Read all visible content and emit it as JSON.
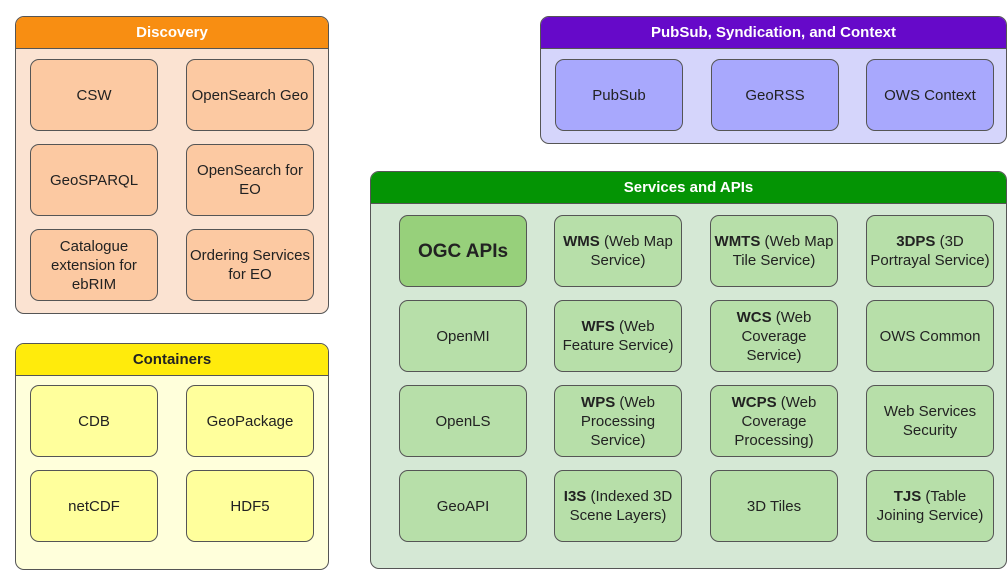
{
  "discovery": {
    "title": "Discovery",
    "items": [
      {
        "bold": "",
        "text": "CSW"
      },
      {
        "bold": "",
        "text": "OpenSearch Geo"
      },
      {
        "bold": "",
        "text": "GeoSPARQL"
      },
      {
        "bold": "",
        "text": "OpenSearch for EO"
      },
      {
        "bold": "",
        "text": "Catalogue extension for ebRIM"
      },
      {
        "bold": "",
        "text": "Ordering Services for EO"
      }
    ]
  },
  "containers": {
    "title": "Containers",
    "items": [
      {
        "bold": "",
        "text": "CDB"
      },
      {
        "bold": "",
        "text": "GeoPackage"
      },
      {
        "bold": "",
        "text": "netCDF"
      },
      {
        "bold": "",
        "text": "HDF5"
      }
    ]
  },
  "pubsub": {
    "title": "PubSub, Syndication, and Context",
    "items": [
      {
        "bold": "",
        "text": "PubSub"
      },
      {
        "bold": "",
        "text": "GeoRSS"
      },
      {
        "bold": "",
        "text": "OWS Context"
      }
    ]
  },
  "services": {
    "title": "Services and APIs",
    "items": [
      {
        "bold": "OGC APIs",
        "text": ""
      },
      {
        "bold": "WMS",
        "text": " (Web Map Service)"
      },
      {
        "bold": "WMTS",
        "text": " (Web Map Tile Service)"
      },
      {
        "bold": "3DPS",
        "text": " (3D Portrayal Service)"
      },
      {
        "bold": "",
        "text": "OpenMI"
      },
      {
        "bold": "WFS",
        "text": " (Web Feature Service)"
      },
      {
        "bold": "WCS",
        "text": " (Web Coverage Service)"
      },
      {
        "bold": "",
        "text": "OWS Common"
      },
      {
        "bold": "",
        "text": "OpenLS"
      },
      {
        "bold": "WPS",
        "text": " (Web Processing Service)"
      },
      {
        "bold": "WCPS",
        "text": " (Web Coverage Processing)"
      },
      {
        "bold": "",
        "text": "Web Services Security"
      },
      {
        "bold": "",
        "text": "GeoAPI"
      },
      {
        "bold": "I3S",
        "text": " (Indexed 3D Scene Layers)"
      },
      {
        "bold": "",
        "text": "3D Tiles"
      },
      {
        "bold": "TJS",
        "text": " (Table Joining Service)"
      }
    ]
  }
}
